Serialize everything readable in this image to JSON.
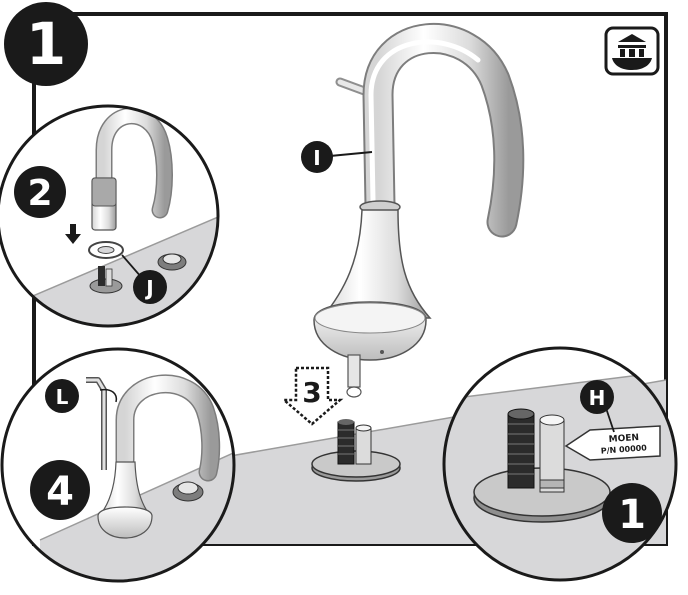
{
  "steps": {
    "main": "1",
    "insert_top": "2",
    "arrow": "3",
    "insert_bottom": "4",
    "insert_right": "1"
  },
  "callouts": {
    "spout": "I",
    "gasket": "J",
    "hex_key": "L",
    "valve": "H"
  },
  "label_tag": {
    "line1": "MOEN",
    "line2": "P/N 00000"
  },
  "icons": {
    "corner": "installation-icon"
  }
}
